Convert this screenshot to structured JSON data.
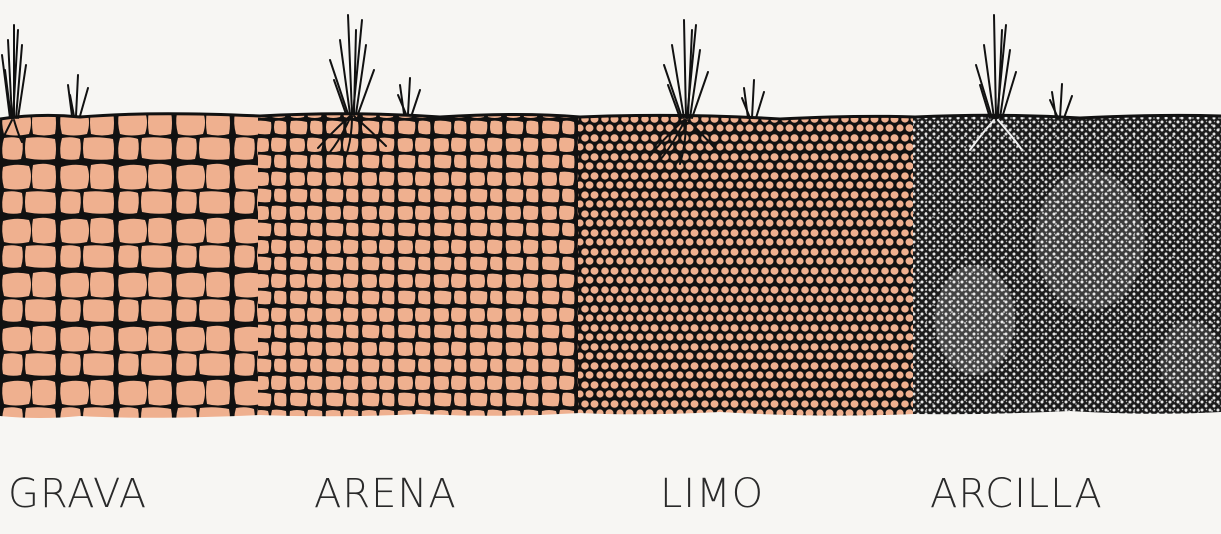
{
  "labels": {
    "grava": "GRAVA",
    "arena": "ARENA",
    "limo": "LIMO",
    "arcilla": "ARCILLA"
  },
  "colors": {
    "background": "#f7f6f3",
    "particle_fill": "#efb08f",
    "outline": "#111111",
    "clay_dark": "#1c1c1c"
  }
}
